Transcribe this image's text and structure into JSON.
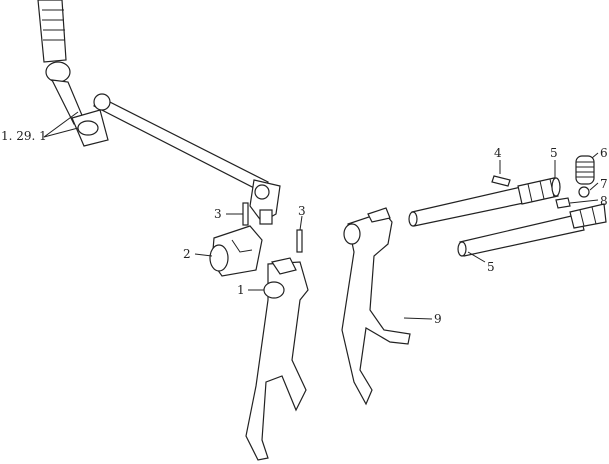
{
  "diagram": {
    "callouts": [
      {
        "id": "c-1-29-1",
        "text": "1. 29. 1"
      },
      {
        "id": "c-2",
        "text": "2"
      },
      {
        "id": "c-3a",
        "text": "3"
      },
      {
        "id": "c-3b",
        "text": "3"
      },
      {
        "id": "c-1",
        "text": "1"
      },
      {
        "id": "c-4",
        "text": "4"
      },
      {
        "id": "c-5a",
        "text": "5"
      },
      {
        "id": "c-5b",
        "text": "5"
      },
      {
        "id": "c-6",
        "text": "6"
      },
      {
        "id": "c-7",
        "text": "7"
      },
      {
        "id": "c-8",
        "text": "8"
      },
      {
        "id": "c-9",
        "text": "9"
      }
    ]
  }
}
